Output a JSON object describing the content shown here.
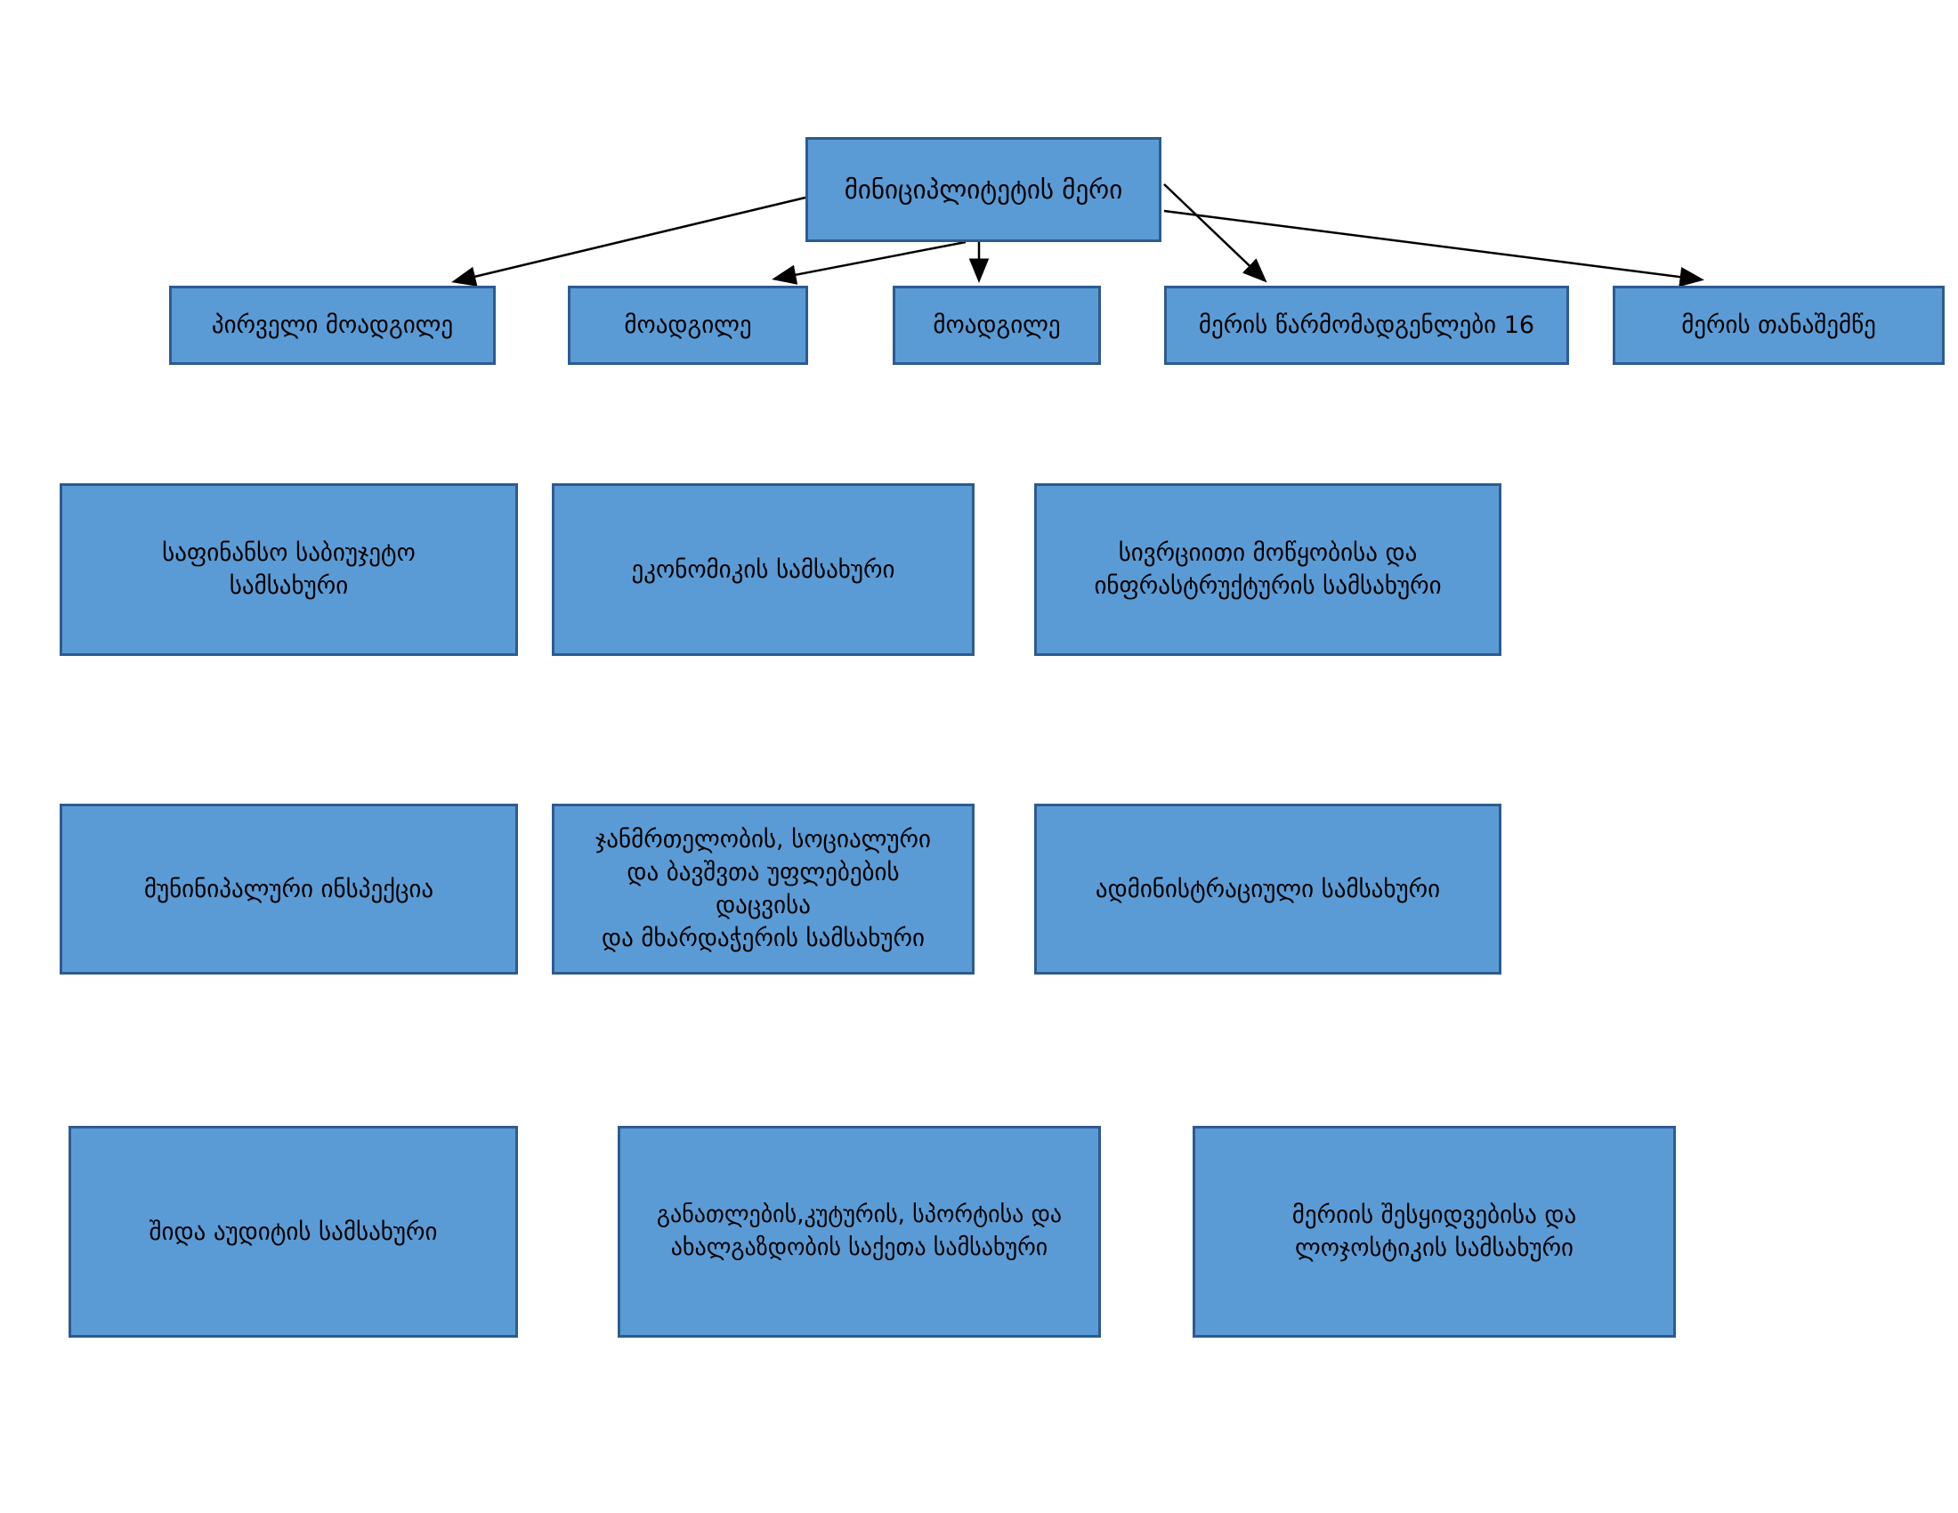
{
  "org_chart": {
    "root": {
      "label": "მინიციპლიტეტის მერი"
    },
    "level2": [
      {
        "label": "პირველი მოადგილე"
      },
      {
        "label": "მოადგილე"
      },
      {
        "label": "მოადგილე"
      },
      {
        "label": "მერის წარმომადგენლები 16"
      },
      {
        "label": "მერის თანაშემწე"
      }
    ],
    "services": [
      {
        "lines": [
          "საფინანსო საბიუჯეტო",
          "სამსახური"
        ]
      },
      {
        "lines": [
          "ეკონომიკის სამსახური"
        ]
      },
      {
        "lines": [
          "სივრციითი მოწყობისა და",
          "ინფრასტრუქტურის სამსახური"
        ]
      },
      {
        "lines": [
          "მუნინიპალური ინსპექცია"
        ]
      },
      {
        "lines": [
          "ჯანმრთელობის, სოციალური",
          "და ბავშვთა უფლებების",
          "დაცვისა",
          "და მხარდაჭერის სამსახური"
        ]
      },
      {
        "lines": [
          "ადმინისტრაციული სამსახური"
        ]
      },
      {
        "lines": [
          "შიდა აუდიტის სამსახური"
        ]
      },
      {
        "lines": [
          "განათლების,კუტურის, სპორტისა და",
          "ახალგაზდობის საქეთა სამსახური"
        ]
      },
      {
        "lines": [
          "მერიის შესყიდვებისა და",
          "ლოჯოსტიკის სამსახური"
        ]
      }
    ],
    "colors": {
      "box_fill": "#5b9bd5",
      "box_border": "#2e5b8f",
      "arrow": "#000000",
      "text": "#000000"
    }
  }
}
